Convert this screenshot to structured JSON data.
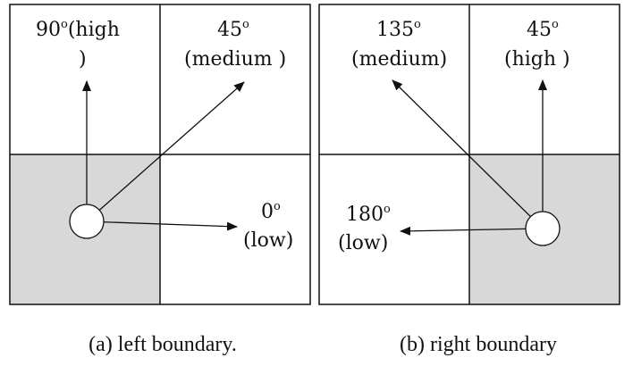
{
  "colors": {
    "shade": "#d8d8d8",
    "line": "#111111",
    "background": "#ffffff"
  },
  "panels": [
    {
      "caption": "(a) left boundary.",
      "shaded_cell": "bottom-left",
      "arrows": [
        {
          "angle_num": "90",
          "deg": "o",
          "label_line1": "(high",
          "label_line2": ")"
        },
        {
          "angle_num": "45",
          "deg": "o",
          "label_line2": "(medium )"
        },
        {
          "angle_num": "0",
          "deg": "o",
          "label_line2": "(low)"
        }
      ]
    },
    {
      "caption": "(b) right boundary",
      "shaded_cell": "bottom-right",
      "arrows": [
        {
          "angle_num": "135",
          "deg": "o",
          "label_line2": "(medium)"
        },
        {
          "angle_num": "45",
          "deg": "o",
          "label_line2": "(high )"
        },
        {
          "angle_num": "180",
          "deg": "o",
          "label_line2": "(low)"
        }
      ]
    }
  ]
}
